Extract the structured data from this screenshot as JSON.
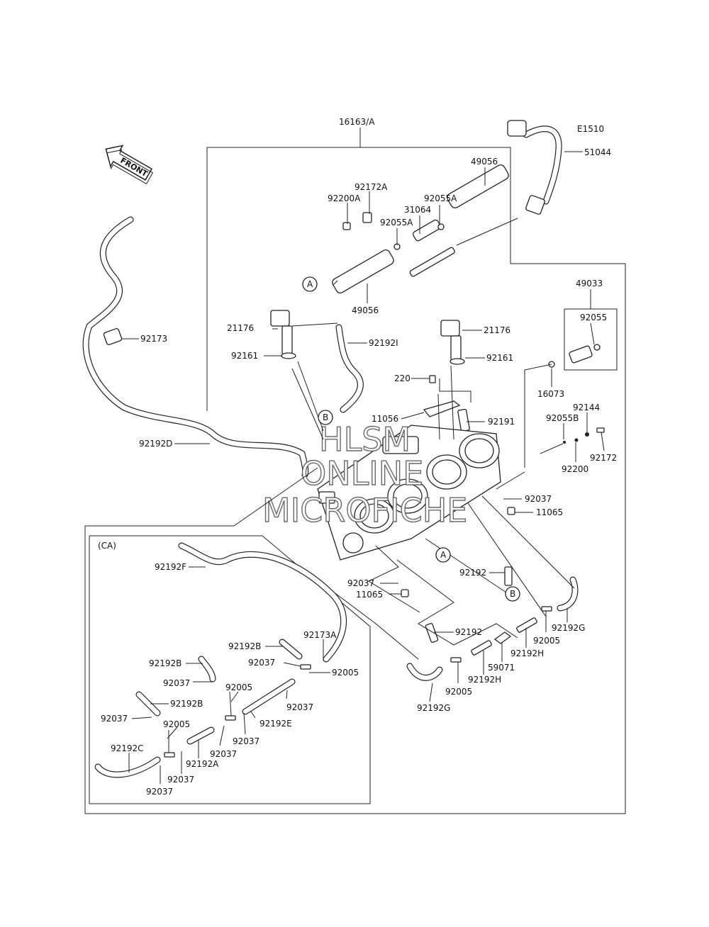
{
  "diagram": {
    "code": "E1510",
    "front_label": "FRONT",
    "watermark": [
      "HLSM",
      "ONLINE",
      "MICROFICHE"
    ],
    "inset_label": "(CA)",
    "callout_letters": [
      "A",
      "B",
      "A",
      "B"
    ],
    "labels": [
      {
        "id": "16163A",
        "text": "16163/A"
      },
      {
        "id": "51044",
        "text": "51044"
      },
      {
        "id": "49056a",
        "text": "49056"
      },
      {
        "id": "92172A",
        "text": "92172A"
      },
      {
        "id": "92200A",
        "text": "92200A"
      },
      {
        "id": "92055Aa",
        "text": "92055A"
      },
      {
        "id": "31064",
        "text": "31064"
      },
      {
        "id": "92055Ab",
        "text": "92055A"
      },
      {
        "id": "49056b",
        "text": "49056"
      },
      {
        "id": "49033",
        "text": "49033"
      },
      {
        "id": "92055",
        "text": "92055"
      },
      {
        "id": "92173",
        "text": "92173"
      },
      {
        "id": "21176a",
        "text": "21176"
      },
      {
        "id": "92161a",
        "text": "92161"
      },
      {
        "id": "92192I",
        "text": "92192I"
      },
      {
        "id": "21176b",
        "text": "21176"
      },
      {
        "id": "92161b",
        "text": "92161"
      },
      {
        "id": "16073",
        "text": "16073"
      },
      {
        "id": "220",
        "text": "220"
      },
      {
        "id": "11056",
        "text": "11056"
      },
      {
        "id": "92191",
        "text": "92191"
      },
      {
        "id": "92144",
        "text": "92144"
      },
      {
        "id": "92055B",
        "text": "92055B"
      },
      {
        "id": "92172",
        "text": "92172"
      },
      {
        "id": "92200",
        "text": "92200"
      },
      {
        "id": "92192D",
        "text": "92192D"
      },
      {
        "id": "92037a",
        "text": "92037"
      },
      {
        "id": "11065a",
        "text": "11065"
      },
      {
        "id": "92037b",
        "text": "92037"
      },
      {
        "id": "11065b",
        "text": "11065"
      },
      {
        "id": "92192a",
        "text": "92192"
      },
      {
        "id": "92192b",
        "text": "92192"
      },
      {
        "id": "92192Ga",
        "text": "92192G"
      },
      {
        "id": "92005a",
        "text": "92005"
      },
      {
        "id": "92192Ha",
        "text": "92192H"
      },
      {
        "id": "59071",
        "text": "59071"
      },
      {
        "id": "92192Hb",
        "text": "92192H"
      },
      {
        "id": "92005b",
        "text": "92005"
      },
      {
        "id": "92192Gb",
        "text": "92192G"
      },
      {
        "id": "92192F",
        "text": "92192F"
      },
      {
        "id": "92192Ba",
        "text": "92192B"
      },
      {
        "id": "92173A",
        "text": "92173A"
      },
      {
        "id": "92037c",
        "text": "92037"
      },
      {
        "id": "92005c",
        "text": "92005"
      },
      {
        "id": "92192Bb",
        "text": "92192B"
      },
      {
        "id": "92037d",
        "text": "92037"
      },
      {
        "id": "92005d",
        "text": "92005"
      },
      {
        "id": "92037e",
        "text": "92037"
      },
      {
        "id": "92192Bc",
        "text": "92192B"
      },
      {
        "id": "92192E",
        "text": "92192E"
      },
      {
        "id": "92037f",
        "text": "92037"
      },
      {
        "id": "92005e",
        "text": "92005"
      },
      {
        "id": "92037g",
        "text": "92037"
      },
      {
        "id": "92037h",
        "text": "92037"
      },
      {
        "id": "92192A",
        "text": "92192A"
      },
      {
        "id": "92192C",
        "text": "92192C"
      },
      {
        "id": "92037i",
        "text": "92037"
      },
      {
        "id": "92037j",
        "text": "92037"
      }
    ]
  }
}
